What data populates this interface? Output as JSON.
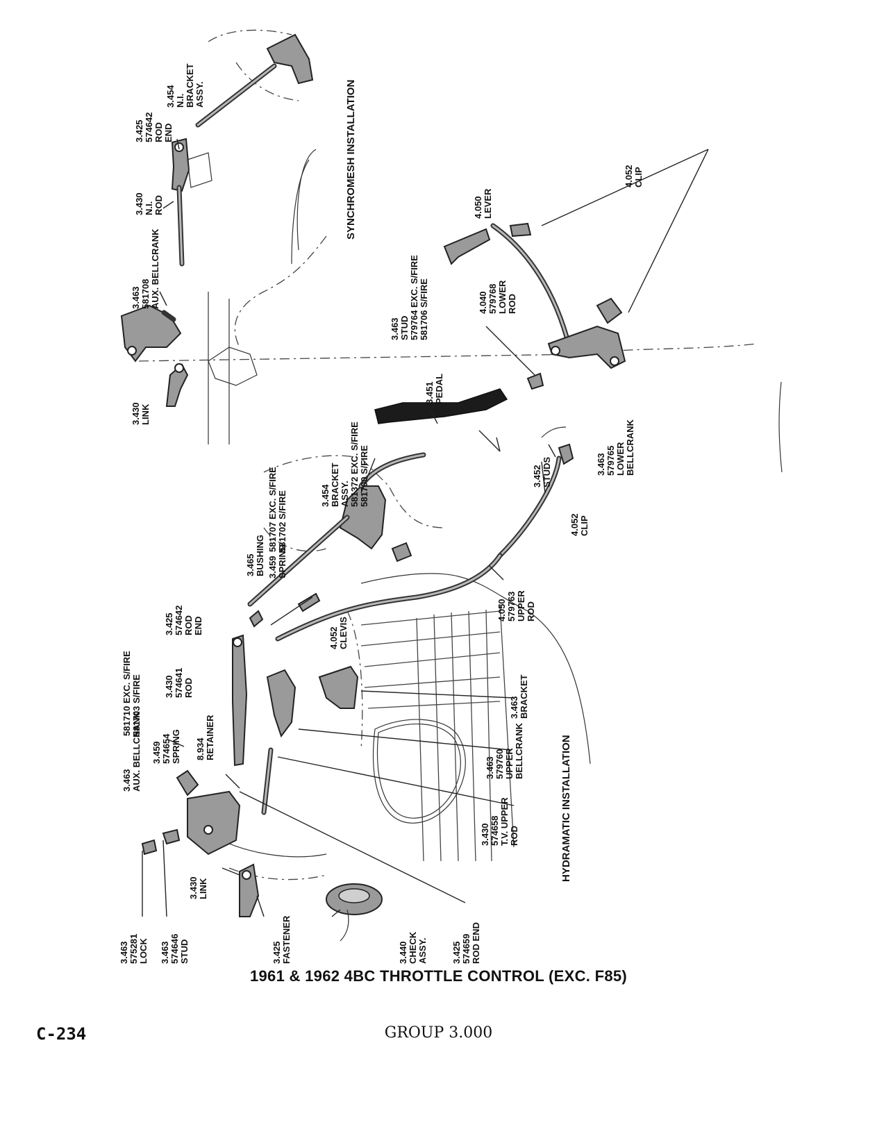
{
  "title": "1961 & 1962 4BC THROTTLE CONTROL (EXC. F85)",
  "page_number": "C-234",
  "group": "GROUP 3.000",
  "sections": {
    "synchromesh": "SYNCHROMESH INSTALLATION",
    "hydramatic": "HYDRAMATIC INSTALLATION"
  },
  "labels": {
    "nl_bracket_assy": [
      "3.454",
      "N.I.",
      "BRACKET",
      "ASSY."
    ],
    "rod_end_top": [
      "3.425",
      "574642",
      "ROD",
      "END"
    ],
    "nl_rod": [
      "3.430",
      "N.I.",
      "ROD"
    ],
    "aux_bellcrank_top": [
      "3.463",
      "581708",
      "AUX. BELLCRANK"
    ],
    "link_top": [
      "3.430",
      "LINK"
    ],
    "lever": [
      "4.050",
      "LEVER"
    ],
    "clip_top": [
      "4.052",
      "CLIP"
    ],
    "lower_rod": [
      "4.040",
      "579768",
      "LOWER",
      "ROD"
    ],
    "stud": [
      "3.463",
      "STUD",
      "579764 EXC. S/FIRE",
      "581706 S/FIRE"
    ],
    "lower_bellcrank": [
      "3.463",
      "579765",
      "LOWER",
      "BELLCRANK"
    ],
    "pedal": [
      "3.451",
      "PEDAL"
    ],
    "studs": [
      "3.452",
      "STUDS"
    ],
    "clip_mid": [
      "4.052",
      "CLIP"
    ],
    "bracket_assy": [
      "3.454",
      "BRACKET",
      "ASSY.",
      "581372 EXC. S/FIRE",
      "581700 S/FIRE"
    ],
    "spring_numbers": [
      "581707 EXC. S/FIRE",
      "581702 S/FIRE"
    ],
    "bushing": [
      "3.465",
      "BUSHING"
    ],
    "spring_mid": [
      "3.459",
      "SPRING"
    ],
    "upper_rod": [
      "4.050",
      "579763",
      "UPPER",
      "ROD"
    ],
    "rod_end_mid": [
      "3.425",
      "574642",
      "ROD",
      "END"
    ],
    "clevis": [
      "4.052",
      "CLEVIS"
    ],
    "rod_mid": [
      "3.430",
      "574641",
      "ROD"
    ],
    "bracket": [
      "3.463",
      "BRACKET"
    ],
    "aux_bellcrank_numbers": [
      "581710 EXC. S/FIRE",
      "581703 S/FIRE"
    ],
    "spring_low": [
      "3.459",
      "574654",
      "SPRING"
    ],
    "retainer": [
      "8.934",
      "RETAINER"
    ],
    "aux_bellcrank_low": [
      "3.463",
      "AUX. BELLCRANK"
    ],
    "upper_bellcrank": [
      "3.463",
      "579760",
      "UPPER",
      "BELLCRANK"
    ],
    "tv_upper_rod": [
      "3.430",
      "574658",
      "T.V. UPPER",
      "ROD"
    ],
    "lock": [
      "3.463",
      "575281",
      "LOCK"
    ],
    "stud_low": [
      "3.463",
      "574646",
      "STUD"
    ],
    "link_low": [
      "3.430",
      "LINK"
    ],
    "fastener": [
      "3.425",
      "FASTENER"
    ],
    "check_assy": [
      "3.440",
      "CHECK",
      "ASSY."
    ],
    "rod_end_low": [
      "3.425",
      "574659",
      "ROD END"
    ]
  }
}
